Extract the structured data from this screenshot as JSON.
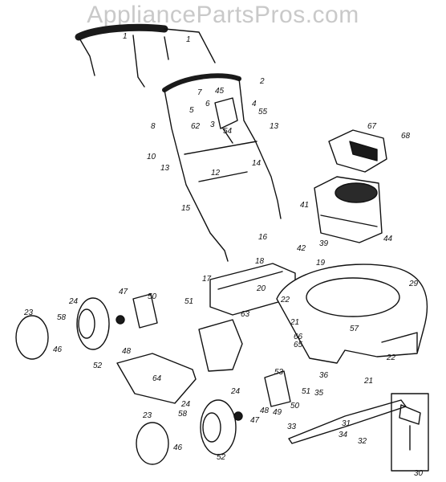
{
  "watermark": "AppliancePartsPros.com",
  "callouts": [
    "1",
    "1",
    "2",
    "3",
    "4",
    "45",
    "5",
    "6",
    "7",
    "8",
    "10",
    "12",
    "13",
    "13",
    "14",
    "15",
    "16",
    "17",
    "18",
    "19",
    "20",
    "21",
    "21",
    "22",
    "22",
    "23",
    "23",
    "24",
    "24",
    "24",
    "29",
    "30",
    "31",
    "32",
    "33",
    "34",
    "35",
    "36",
    "39",
    "41",
    "42",
    "44",
    "46",
    "46",
    "47",
    "47",
    "48",
    "48",
    "49",
    "50",
    "50",
    "51",
    "51",
    "52",
    "52",
    "53",
    "54",
    "55",
    "57",
    "58",
    "58",
    "62",
    "63",
    "64",
    "65",
    "66",
    "67",
    "68"
  ]
}
